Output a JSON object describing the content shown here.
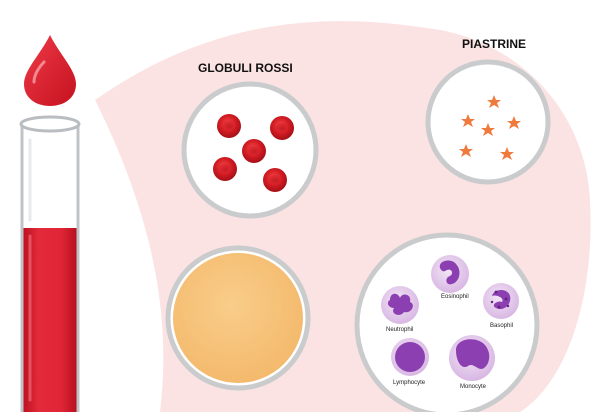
{
  "labels": {
    "red_cells": "GLOBULI ROSSI",
    "platelets": "PIASTRINE"
  },
  "white_cells": [
    {
      "name": "Eosinophil",
      "icon": "eosinophil-icon"
    },
    {
      "name": "Basophil",
      "icon": "basophil-icon"
    },
    {
      "name": "Neutrophil",
      "icon": "neutrophil-icon"
    },
    {
      "name": "Lymphocyte",
      "icon": "lymphocyte-icon"
    },
    {
      "name": "Monocyte",
      "icon": "monocyte-icon"
    }
  ],
  "colors": {
    "blood": "#d71f33",
    "background_blob": "#fbe3e3",
    "plasma": "#f7c27a",
    "platelet": "#f07a3c",
    "cell_purple": "#8c3fb0",
    "cell_membrane": "#e8d3ee"
  }
}
